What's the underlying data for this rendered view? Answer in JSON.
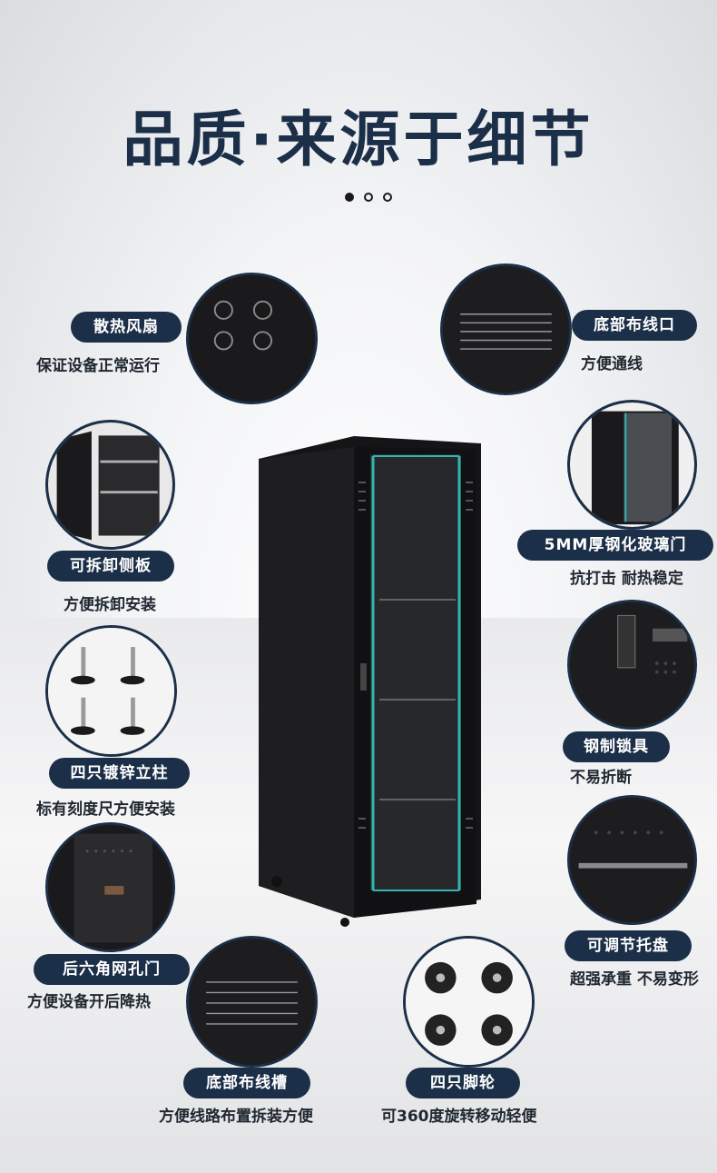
{
  "title": "品质·来源于细节",
  "pager": {
    "active": 0,
    "count": 3
  },
  "features": {
    "fan": {
      "label": "散热风扇",
      "desc": "保证设备正常运行"
    },
    "bottom_cable_port": {
      "label": "底部布线口",
      "desc": "方便通线"
    },
    "side_panel": {
      "label": "可拆卸侧板",
      "desc": "方便拆卸安装"
    },
    "glass_door": {
      "label": "5MM厚钢化玻璃门",
      "desc": "抗打击 耐热稳定"
    },
    "posts": {
      "label": "四只镀锌立柱",
      "desc": "标有刻度尺方便安装"
    },
    "lock": {
      "label": "钢制锁具",
      "desc": "不易折断"
    },
    "rear_door": {
      "label": "后六角网孔门",
      "desc": "方便设备开后降热"
    },
    "tray": {
      "label": "可调节托盘",
      "desc": "超强承重 不易变形"
    },
    "bottom_slot": {
      "label": "底部布线槽",
      "desc": "方便线路布置拆装方便"
    },
    "casters": {
      "label": "四只脚轮",
      "desc": "可360度旋转移动轻便"
    }
  },
  "colors": {
    "accent": "#1c2f48",
    "cabinet": "#1b1b1d",
    "door_trim": "#2fb6b0"
  },
  "icons": {
    "fan": "fan-icon",
    "cable": "cable-port-icon",
    "side": "side-panel-icon",
    "glass": "glass-door-icon",
    "posts": "leveling-feet-icon",
    "lock": "lock-icon",
    "mesh": "mesh-door-icon",
    "tray": "tray-icon",
    "slot": "cable-slot-icon",
    "caster": "caster-wheel-icon"
  }
}
